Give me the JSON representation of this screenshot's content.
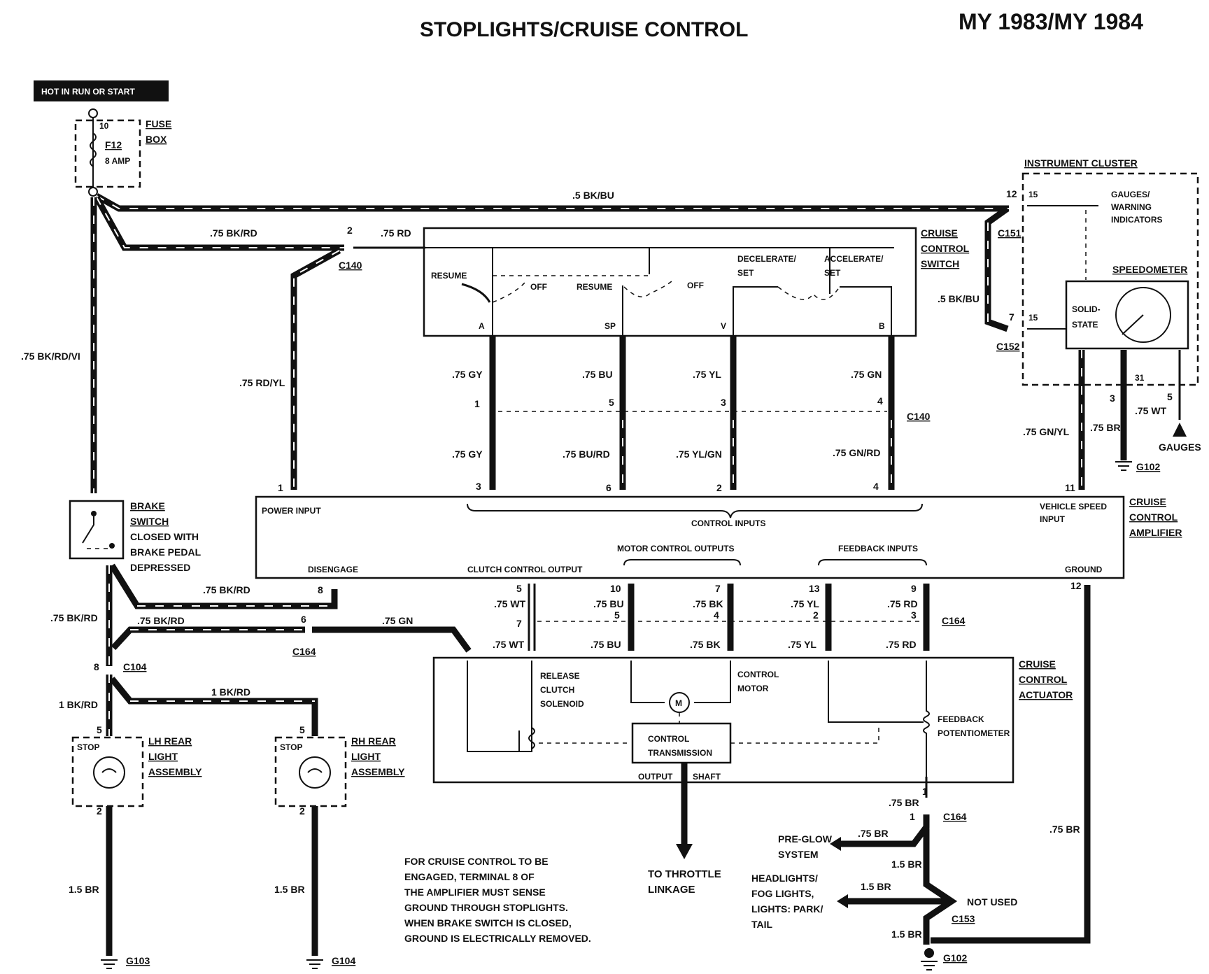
{
  "title": "STOPLIGHTS/CRUISE CONTROL",
  "model_years": "MY 1983/MY 1984",
  "hot_label": "HOT IN RUN OR START",
  "fuse_box": {
    "name_1": "FUSE",
    "name_2": "BOX",
    "pin": "10",
    "fuse": "F12",
    "amp": "8 AMP"
  },
  "instrument_cluster": {
    "name": "INSTRUMENT CLUSTER",
    "gauges_1": "GAUGES/",
    "gauges_2": "WARNING",
    "gauges_3": "INDICATORS",
    "speedometer": "SPEEDOMETER",
    "solid_1": "SOLID-",
    "solid_2": "STATE",
    "gauges": "GAUGES",
    "pin15a": "15",
    "pin15b": "15",
    "pin31": "31"
  },
  "cruise_switch": {
    "name_1": "CRUISE",
    "name_2": "CONTROL",
    "name_3": "SWITCH",
    "resume_a": "RESUME",
    "off_a": "OFF",
    "resume_b": "RESUME",
    "off_b": "OFF",
    "decel_1": "DECELERATE/",
    "decel_2": "SET",
    "accel_1": "ACCELERATE/",
    "accel_2": "SET",
    "pin_a": "A",
    "pin_sp": "SP",
    "pin_v": "V",
    "pin_b": "B"
  },
  "brake_switch": {
    "l1": "BRAKE",
    "l2": "SWITCH",
    "l3": "CLOSED WITH",
    "l4": "BRAKE PEDAL",
    "l5": "DEPRESSED"
  },
  "amplifier": {
    "name_1": "CRUISE",
    "name_2": "CONTROL",
    "name_3": "AMPLIFIER",
    "power_input": "POWER INPUT",
    "control_inputs": "CONTROL INPUTS",
    "vehicle_speed_1": "VEHICLE SPEED",
    "vehicle_speed_2": "INPUT",
    "disengage": "DISENGAGE",
    "clutch_output": "CLUTCH CONTROL OUTPUT",
    "motor_outputs": "MOTOR CONTROL OUTPUTS",
    "feedback_inputs": "FEEDBACK INPUTS",
    "ground": "GROUND"
  },
  "actuator": {
    "name_1": "CRUISE",
    "name_2": "CONTROL",
    "name_3": "ACTUATOR",
    "release_1": "RELEASE",
    "release_2": "CLUTCH",
    "release_3": "SOLENOID",
    "motor_1": "CONTROL",
    "motor_2": "MOTOR",
    "feedback_1": "FEEDBACK",
    "feedback_2": "POTENTIOMETER",
    "trans_1": "CONTROL",
    "trans_2": "TRANSMISSION",
    "output_shaft_1": "OUTPUT",
    "output_shaft_2": "SHAFT",
    "motor_symbol": "M"
  },
  "lamps": {
    "lh_1": "LH REAR",
    "lh_2": "LIGHT",
    "lh_3": "ASSEMBLY",
    "rh_1": "RH REAR",
    "rh_2": "LIGHT",
    "rh_3": "ASSEMBLY",
    "stop": "STOP"
  },
  "connectors": {
    "c140": "C140",
    "c151": "C151",
    "c152": "C152",
    "c164": "C164",
    "c104": "C104",
    "c153": "C153"
  },
  "grounds": {
    "g102": "G102",
    "g103": "G103",
    "g104": "G104"
  },
  "wires": {
    "bk_bu_top": ".5 BK/BU",
    "bk_rd_top": ".75 BK/RD",
    "rd_top": ".75 RD",
    "bk_rd_vi": ".75 BK/RD/VI",
    "rd_yl": ".75 RD/YL",
    "bk_bu_side": ".5 BK/BU",
    "gy": ".75 GY",
    "bu": ".75 BU",
    "yl": ".75 YL",
    "gn": ".75 GN",
    "gy2": ".75 GY",
    "bu_rd": ".75 BU/RD",
    "yl_gn": ".75 YL/GN",
    "gn_rd": ".75 GN/RD",
    "gn_yl": ".75 GN/YL",
    "br_cluster": ".75 BR",
    "wt_cluster": ".75 WT",
    "bk_rd_disengage": ".75 BK/RD",
    "bk_rd_left": ".75 BK/RD",
    "bk_rd_mid": ".75 BK/RD",
    "gn_mid": ".75 GN",
    "wt_a": ".75 WT",
    "bu_a": ".75 BU",
    "bk_a": ".75 BK",
    "yl_a": ".75 YL",
    "rd_a": ".75 RD",
    "wt_b": ".75 WT",
    "bu_b": ".75 BU",
    "bk_b": ".75 BK",
    "yl_b": ".75 YL",
    "rd_b": ".75 RD",
    "bk_rd_1": "1 BK/RD",
    "bk_rd_1b": "1 BK/RD",
    "br_15_lh": "1.5 BR",
    "br_15_rh": "1.5 BR",
    "br_act": ".75 BR",
    "br_preglow": ".75 BR",
    "br_15_a": "1.5 BR",
    "br_15_b": "1.5 BR",
    "br_15_c": "1.5 BR",
    "br_right": ".75 BR"
  },
  "pins": {
    "p12": "12",
    "p7": "7",
    "p2": "2",
    "p1": "1",
    "p5": "5",
    "p3": "3",
    "p4": "4",
    "a3": "3",
    "a6": "6",
    "a2": "2",
    "a4": "4",
    "a1": "1",
    "a11": "11",
    "c3": "3",
    "c5": "5",
    "d8": "8",
    "d6": "6",
    "d5": "5",
    "d7": "7",
    "d10": "10",
    "d5b": "5",
    "d7b": "7",
    "d4": "4",
    "d13": "13",
    "d2": "2",
    "d9": "9",
    "d3": "3",
    "d12": "12",
    "j8": "8",
    "l5": "5",
    "l2": "2",
    "r5": "5",
    "r2": "2",
    "k1": "1",
    "k1b": "1"
  },
  "preglow_1": "PRE-GLOW",
  "preglow_2": "SYSTEM",
  "headlights_1": "HEADLIGHTS/",
  "headlights_2": "FOG LIGHTS,",
  "headlights_3": "LIGHTS: PARK/",
  "headlights_4": "TAIL",
  "not_used": "NOT USED",
  "throttle_1": "TO THROTTLE",
  "throttle_2": "LINKAGE",
  "note": [
    "FOR CRUISE CONTROL TO BE",
    "ENGAGED, TERMINAL 8 OF",
    "THE AMPLIFIER MUST SENSE",
    "GROUND THROUGH STOPLIGHTS.",
    "WHEN BRAKE SWITCH IS CLOSED,",
    "GROUND IS ELECTRICALLY REMOVED."
  ]
}
